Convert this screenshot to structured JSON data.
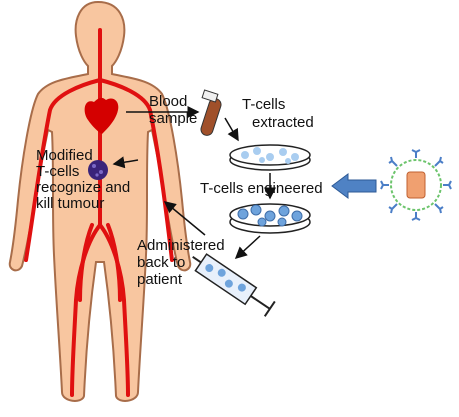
{
  "labels": {
    "blood_sample": [
      "Blood",
      "sample"
    ],
    "tcells_extracted": [
      "T-cells",
      "extracted"
    ],
    "tcells_engineered": "T-cells engineered",
    "administered": [
      "Administered",
      "back to",
      "patient"
    ],
    "modified": [
      "Modified",
      "T-cells",
      "recognize and",
      "kill tumour"
    ]
  },
  "colors": {
    "skin": "#f8c6a0",
    "skin_outline": "#a86d4a",
    "vessel": "#e01010",
    "heart": "#d40000",
    "tube": "#a0502a",
    "dish_cells": "#a9cdf0",
    "engineered_cells": "#6ea3dc",
    "tumour": "#3a237a",
    "big_arrow": "#4f82c4"
  },
  "icons": [
    "human-body",
    "heart",
    "blood-tube",
    "petri-dish",
    "engineered-dish",
    "syringe",
    "engineered-t-cell-icon",
    "tumour"
  ]
}
